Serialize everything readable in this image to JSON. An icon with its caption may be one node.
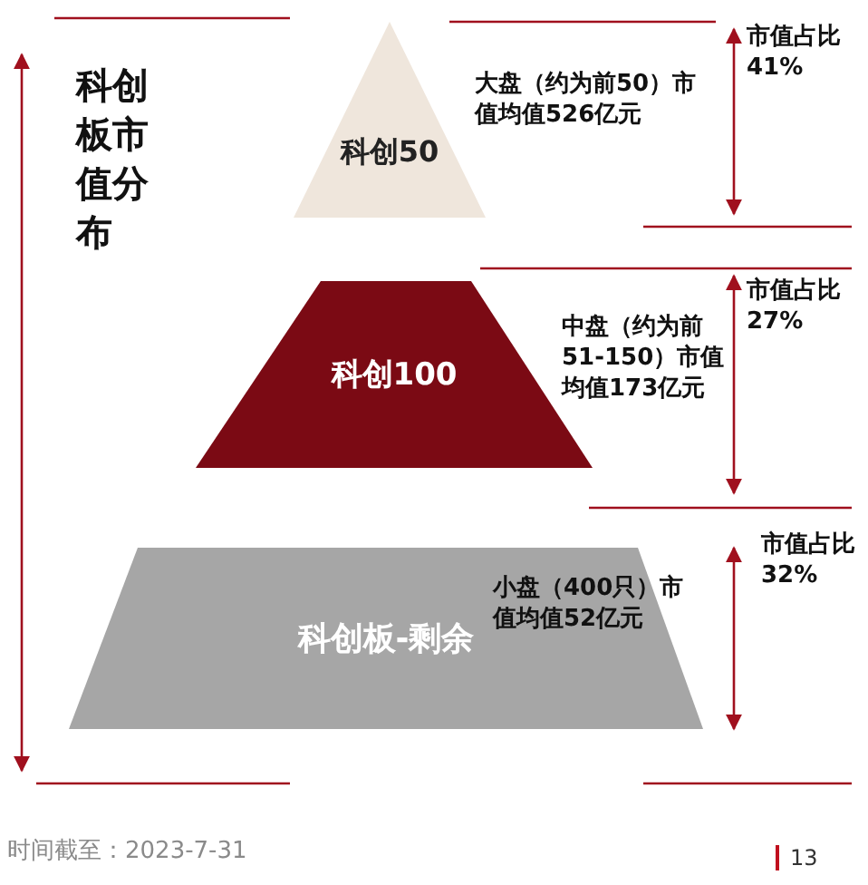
{
  "diagram": {
    "title": "科创板市值分布",
    "nodes": [
      {
        "text": [
          "科创50"
        ],
        "beside": [
          "大盘（约为前50）市值均值526亿元"
        ]
      },
      {
        "text": [
          "科创100"
        ],
        "beside": [
          "中盘（约为前51-150）市值均值173亿元"
        ]
      },
      {
        "text": [
          "科创板-剩余",
          "小盘（400只）市值均值52亿元"
        ]
      }
    ],
    "labels": [
      "市值占比41%",
      "市值占比27%",
      "市值占比32%",
      "时间截至：2023-7-31",
      "13"
    ]
  }
}
